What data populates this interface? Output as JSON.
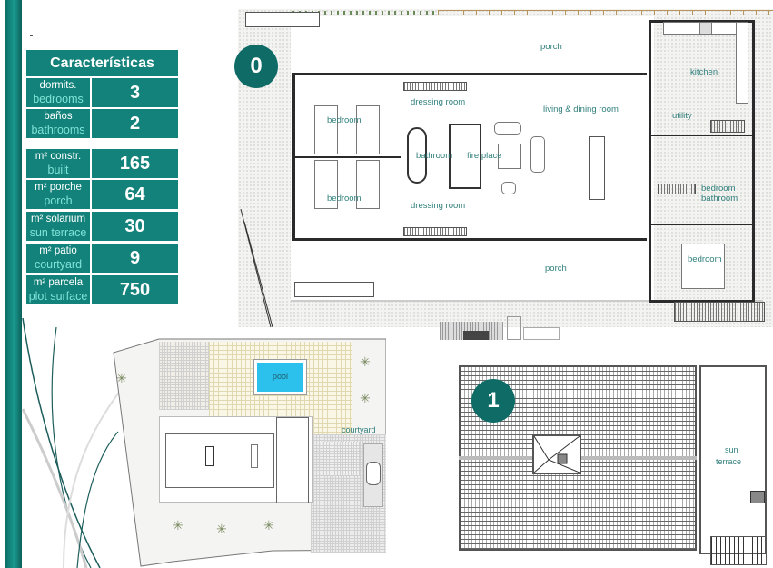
{
  "characteristics": {
    "title": "Características",
    "rows": [
      {
        "label_es": "dormits.",
        "label_en": "bedrooms",
        "value": "3"
      },
      {
        "label_es": "baños",
        "label_en": "bathrooms",
        "value": "2"
      },
      {
        "label_es": "m² constr.",
        "label_en": "built",
        "value": "165"
      },
      {
        "label_es": "m² porche",
        "label_en": "porch",
        "value": "64"
      },
      {
        "label_es": "m² solarium",
        "label_en": "sun terrace",
        "value": "30"
      },
      {
        "label_es": "m² patio",
        "label_en": "courtyard",
        "value": "9"
      },
      {
        "label_es": "m² parcela",
        "label_en": "plot surface",
        "value": "750"
      }
    ]
  },
  "ground_floor": {
    "level_badge": "0",
    "rooms": {
      "porch_top": "porch",
      "kitchen": "kitchen",
      "dressing_room_top": "dressing room",
      "living_dining": "living & dining room",
      "utility": "utility",
      "bedroom_1": "bedroom",
      "bathroom": "bathroom",
      "fire_place": "fire place",
      "bedroom_2": "bedroom",
      "bedroom_bathroom_1": "bedroom",
      "bedroom_bathroom_2": "bathroom",
      "dressing_room_bottom": "dressing room",
      "porch_bottom": "porch",
      "bedroom_3": "bedroom"
    }
  },
  "site_plan": {
    "pool": "pool",
    "courtyard": "courtyard"
  },
  "first_floor": {
    "level_badge": "1",
    "sun_terrace_1": "sun",
    "sun_terrace_2": "terrace"
  },
  "colors": {
    "teal": "#13827a",
    "teal_dark": "#0f6b66",
    "label_teal": "#2f7f7c",
    "pool_blue": "#2cc0ec"
  }
}
